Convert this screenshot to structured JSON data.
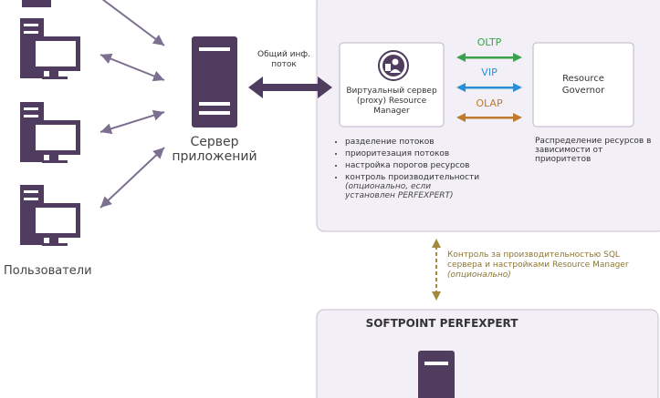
{
  "diagram": {
    "users_label": "Пользователи",
    "app_server_label": "Сервер приложений",
    "flow_label": "Общий инф. поток",
    "virtual_server_label": "Виртуальный сервер (proxy) Resource Manager",
    "resource_governor_label": "Resource Governor",
    "channels": [
      {
        "name": "OLTP",
        "color": "#3aa24a"
      },
      {
        "name": "VIP",
        "color": "#2b8fd6"
      },
      {
        "name": "OLAP",
        "color": "#c07a2a"
      }
    ],
    "features": [
      {
        "text": "разделение потоков",
        "note": ""
      },
      {
        "text": "приоритезация потоков",
        "note": ""
      },
      {
        "text": "настройка порогов ресурсов",
        "note": ""
      },
      {
        "text": "контроль производительности",
        "note": "(опционально, если установлен PERFEXPERT)"
      }
    ],
    "governor_note": "Распределение ресурсов в зависимости от приоритетов",
    "monitor_note": "Контроль за производительностью SQL сервера и настройками Resource Manager",
    "monitor_note_italic": "(опционально)",
    "perfexpert_title": "SOFTPOINT PERFEXPERT",
    "colors": {
      "server": "#4f3c5e",
      "panel_bg": "#f2eff6",
      "panel_border": "#c8bfd3",
      "flow_arrow": "#4f3c5e",
      "thin_arrow": "#7d6f90",
      "monitor": "#a08a3c"
    }
  }
}
